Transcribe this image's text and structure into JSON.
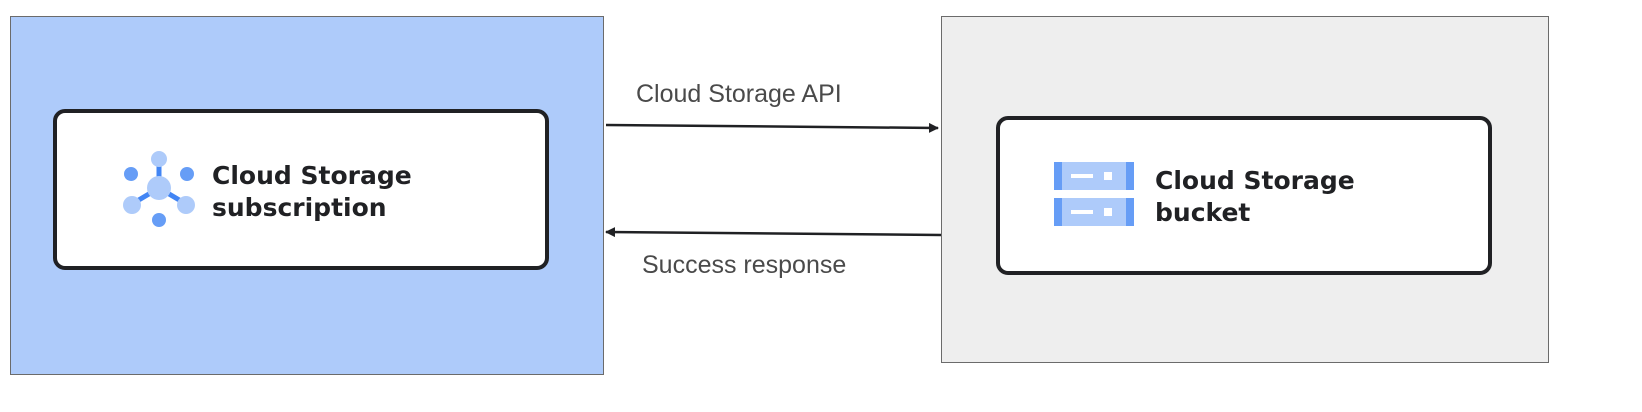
{
  "nodes": {
    "subscription": {
      "title_line1": "Cloud Storage",
      "title_line2": "subscription",
      "icon": "pubsub-icon",
      "container_color": "#aecbfa"
    },
    "bucket": {
      "title_line1": "Cloud Storage",
      "title_line2": "bucket",
      "icon": "storage-bucket-icon",
      "container_color": "#eeeeee"
    }
  },
  "edges": [
    {
      "from": "subscription",
      "to": "bucket",
      "label": "Cloud Storage API"
    },
    {
      "from": "bucket",
      "to": "subscription",
      "label": "Success response"
    }
  ]
}
